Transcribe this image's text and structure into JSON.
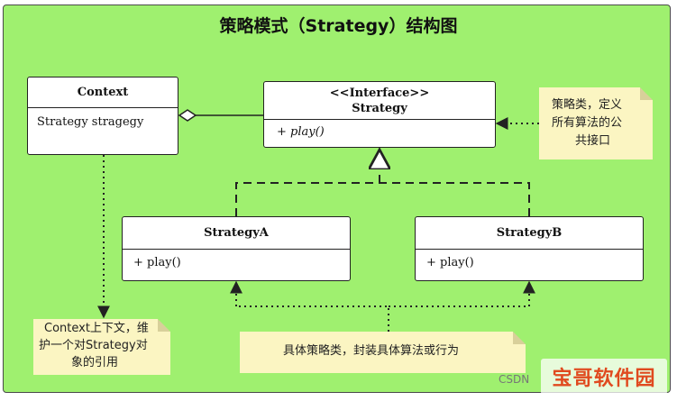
{
  "diagram": {
    "title": "策略模式（Strategy）结构图",
    "context": {
      "name": "Context",
      "attribute": "Strategy stragegy"
    },
    "strategy": {
      "stereotype": "<<Interface>>",
      "name": "Strategy",
      "method": "+ play()"
    },
    "strategy_a": {
      "name": "StrategyA",
      "method": "+ play()"
    },
    "strategy_b": {
      "name": "StrategyB",
      "method": "+ play()"
    },
    "notes": {
      "strategy_note": [
        "策略类，定义",
        "所有算法的公",
        "共接口"
      ],
      "context_note": [
        "Context上下文，维",
        "护一个对Strategy对",
        "象的引用"
      ],
      "concrete_note": "具体策略类，封装具体算法或行为"
    },
    "colors": {
      "background": "#9ff06f",
      "note": "#fbf5c2",
      "line": "#222222"
    }
  },
  "watermark": {
    "csdn": "CSDN",
    "logo": "宝哥软件园"
  }
}
